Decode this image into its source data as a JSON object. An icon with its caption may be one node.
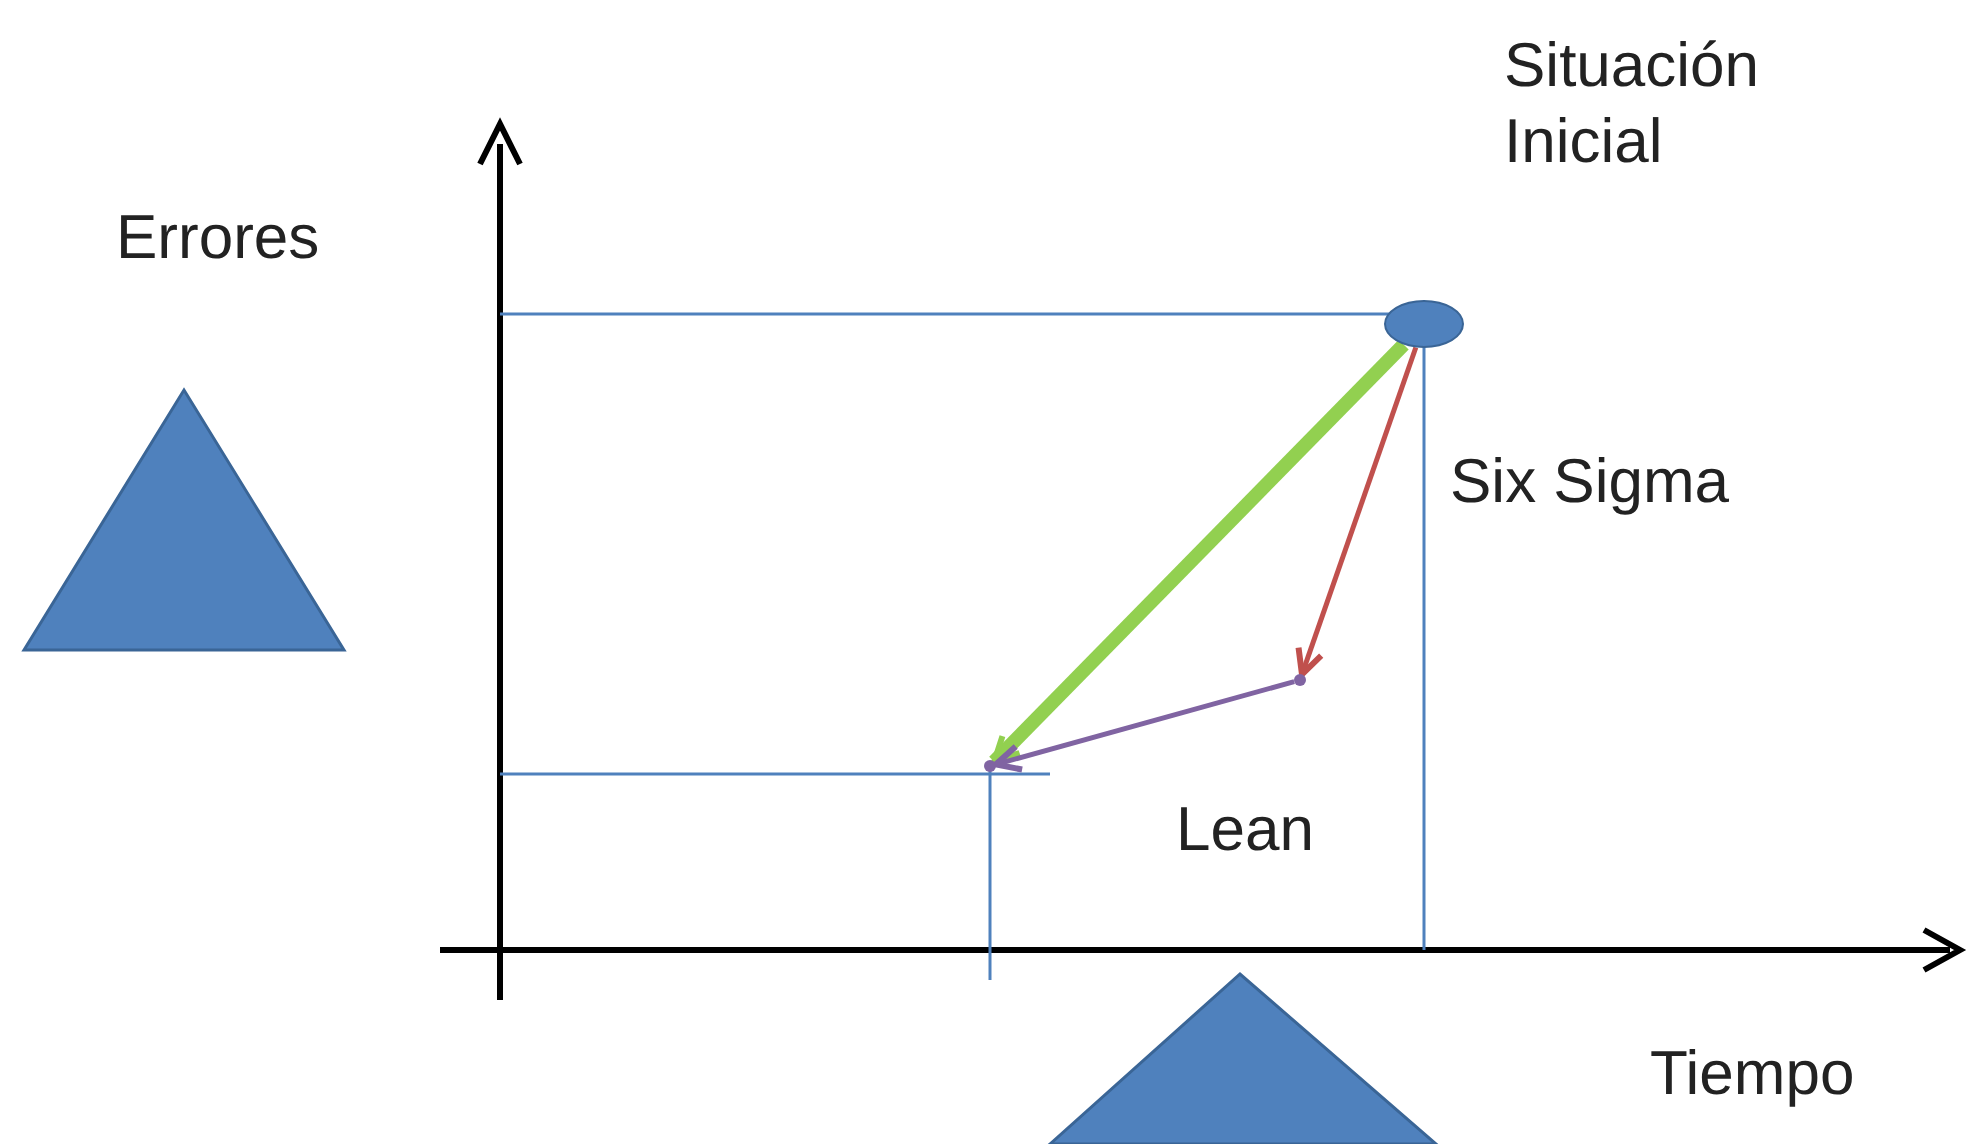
{
  "diagram": {
    "nodes": [
      {
        "text": [],
        "shape": "ellipse",
        "beside": [
          "Situación Inicial"
        ]
      },
      {
        "text": [],
        "shape": "point"
      },
      {
        "text": [],
        "shape": "point"
      }
    ],
    "edges": [
      {
        "from": 0,
        "to": 2,
        "arrow": "to",
        "style": "thick",
        "color": "#92d050"
      },
      {
        "from": 0,
        "to": 1,
        "arrow": "to",
        "label": "Six Sigma",
        "color": "#c0504d"
      },
      {
        "from": 1,
        "to": 2,
        "arrow": "to",
        "label": "Lean",
        "color": "#8064a2"
      }
    ],
    "labels": [
      "Errores",
      "Tiempo"
    ]
  }
}
